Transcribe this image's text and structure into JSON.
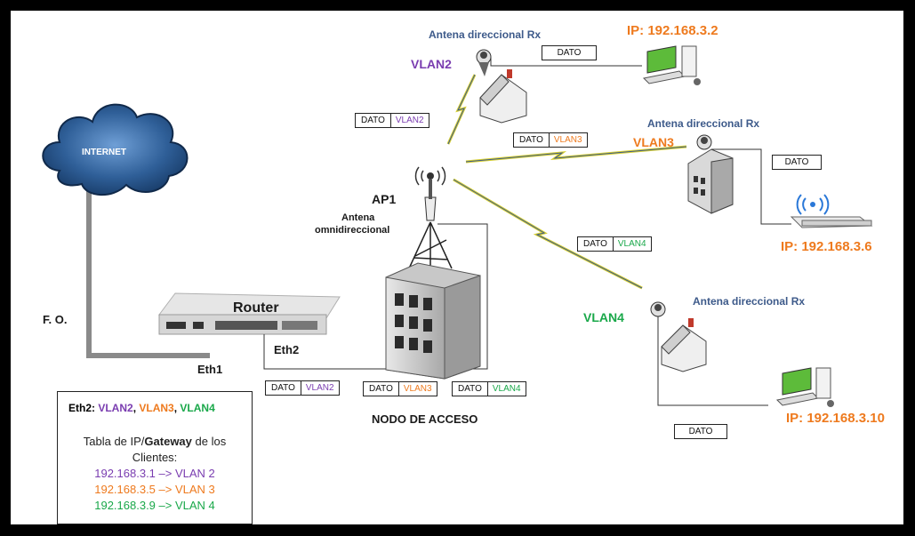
{
  "labels": {
    "internet": "INTERNET",
    "fo": "F. O.",
    "router": "Router",
    "eth1": "Eth1",
    "eth2": "Eth2",
    "ap1": "AP1",
    "omni_line1": "Antena",
    "omni_line2": "omnidireccional",
    "nodo": "NODO DE ACCESO",
    "antena_rx": "Antena direccional Rx",
    "vlan2": "VLAN2",
    "vlan3": "VLAN3",
    "vlan4": "VLAN4",
    "ip_vlan2": "IP: 192.168.3.2",
    "ip_vlan3": "IP: 192.168.3.6",
    "ip_vlan4": "IP: 192.168.3.10"
  },
  "packets": {
    "dato": "DATO",
    "vlan2": "VLAN2",
    "vlan3": "VLAN3",
    "vlan4": "VLAN4"
  },
  "legend": {
    "eth2_prefix": "Eth2:",
    "vlan2": "VLAN2",
    "sep": ",",
    "vlan3": "VLAN3",
    "vlan4": "VLAN4",
    "table_line1_a": "Tabla de IP/",
    "table_line1_b": "Gateway",
    "table_line1_c": " de los",
    "table_line2": "Clientes:",
    "row1": "192.168.3.1 –> VLAN 2",
    "row2": "192.168.3.5 –> VLAN 3",
    "row3": "192.168.3.9 –> VLAN 4"
  },
  "colors": {
    "vlan2": "#7a3db0",
    "vlan3": "#ee7a1e",
    "vlan4": "#1aa84a",
    "antenna_text": "#3d5a8a",
    "fiber": "#8a8a8a"
  }
}
